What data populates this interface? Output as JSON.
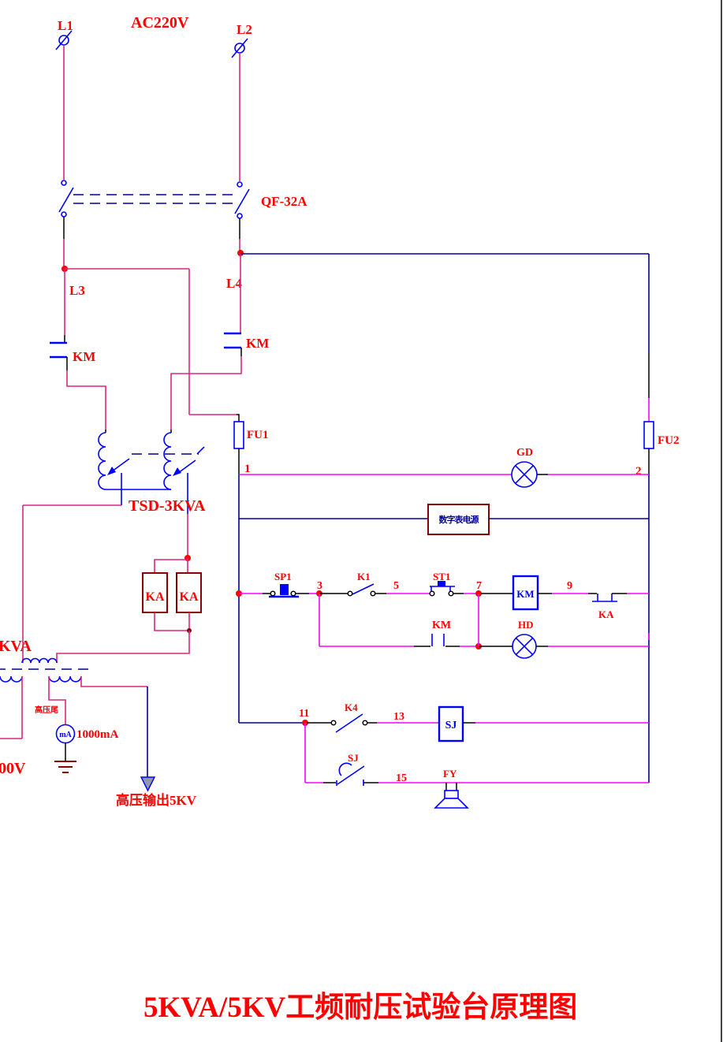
{
  "title": "5KVA/5KV工频耐压试验台原理图",
  "colors": {
    "label_red": "#FF0000",
    "wire_pink": "#DC267F",
    "wire_magenta": "#FF00FF",
    "wire_navy": "#00008B",
    "symbol_blue": "#0000FF",
    "box_dark_red": "#8B0000",
    "wire_black": "#000000",
    "arrow_fill": "#9099A8",
    "background": "#FFFFFF"
  },
  "labels": {
    "l1": "L1",
    "l2": "L2",
    "supply": "AC220V",
    "breaker": "QF-32A",
    "l3": "L3",
    "l4": "L4",
    "contactor": "KM",
    "fuse1": "FU1",
    "fuse2": "FU2",
    "variac": "TSD-3KVA",
    "pilot_green": "GD",
    "pilot_red": "HD",
    "meter_supply_box": "数字表电源",
    "stop_button": "SP1",
    "switch1": "K1",
    "start_button": "ST1",
    "relay_ka": "KA",
    "switch4": "K4",
    "timer": "SJ",
    "buzzer": "FY",
    "kva_partial": "KVA",
    "volts_partial": "00V",
    "hv_tail": "高压尾",
    "ma_meter": "mA",
    "ma_rating": "1000mA",
    "hv_output": "高压输出5KV",
    "node1": "1",
    "node2": "2",
    "node3": "3",
    "node5": "5",
    "node7": "7",
    "node9": "9",
    "node11": "11",
    "node13": "13",
    "node15": "15"
  }
}
